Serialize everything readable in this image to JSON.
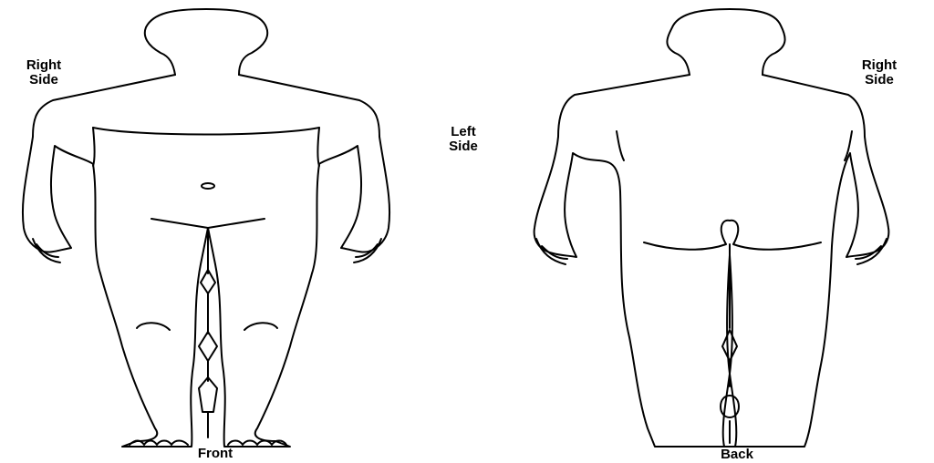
{
  "labels": {
    "front_right_side_line1": "Right",
    "front_right_side_line2": "Side",
    "left_side_line1": "Left",
    "left_side_line2": "Side",
    "back_right_side_line1": "Right",
    "back_right_side_line2": "Side",
    "front_caption": "Front",
    "back_caption": "Back"
  },
  "colors": {
    "line": "#000000",
    "background": "#ffffff"
  }
}
